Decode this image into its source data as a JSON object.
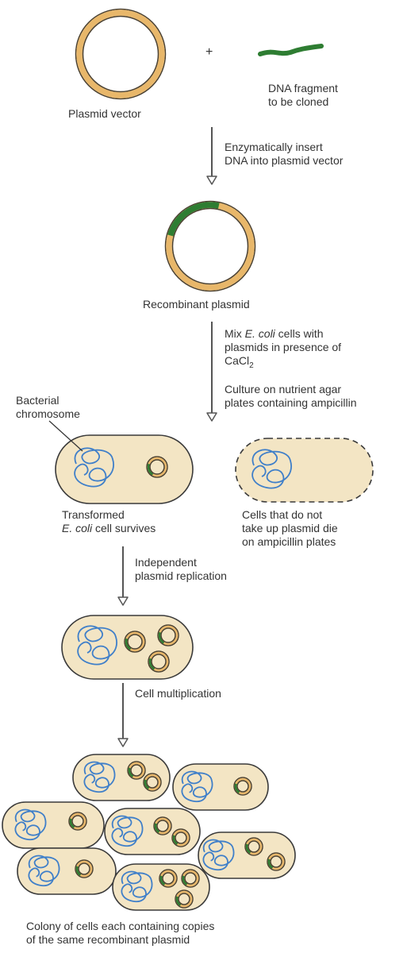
{
  "labels": {
    "plus": "+",
    "plasmid_vector": "Plasmid vector",
    "dna_fragment_line1": "DNA fragment",
    "dna_fragment_line2": "to be cloned",
    "step1_line1": "Enzymatically insert",
    "step1_line2": "DNA into plasmid vector",
    "recombinant_plasmid": "Recombinant plasmid",
    "step2_line1_pre": "Mix ",
    "step2_line1_em": "E. coli",
    "step2_line1_post": " cells with",
    "step2_line2": "plasmids in presence of",
    "step2_line3_main": "CaCl",
    "step2_line3_sub": "2",
    "step3_line1": "Culture on nutrient agar",
    "step3_line2": "plates containing ampicillin",
    "bacterial_chromosome_line1": "Bacterial",
    "bacterial_chromosome_line2": "chromosome",
    "transformed_line1": "Transformed",
    "transformed_line2_em": "E. coli",
    "transformed_line2_post": " cell survives",
    "dies_line1": "Cells that do not",
    "dies_line2": "take up plasmid die",
    "dies_line3": "on ampicillin plates",
    "step4_line1": "Independent",
    "step4_line2": "plasmid replication",
    "step5": "Cell multiplication",
    "colony_line1": "Colony of cells each containing copies",
    "colony_line2": "of the same recombinant plasmid"
  },
  "colors": {
    "plasmid_ring": "#e8b76a",
    "plasmid_ring_edge": "#4a4030",
    "dna_insert": "#2e7d32",
    "cell_fill": "#f3e5c4",
    "cell_edge": "#3a3a3a",
    "chromosome": "#3f7fc9",
    "arrow": "#555555"
  }
}
